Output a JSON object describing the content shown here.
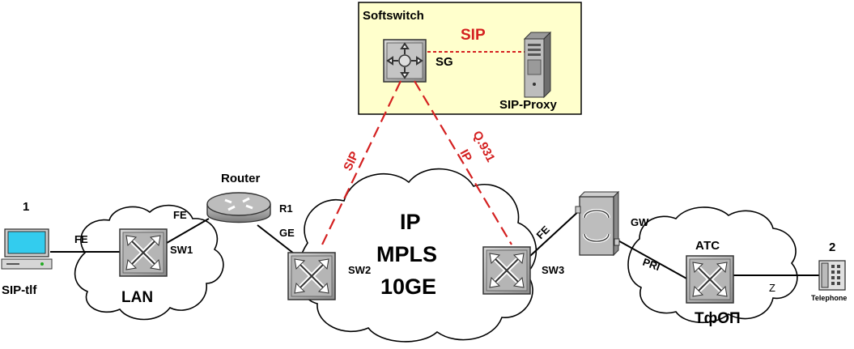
{
  "softswitch": {
    "title": "Softswitch",
    "sip_label": "SIP",
    "sg_label": "SG",
    "proxy_label": "SIP-Proxy"
  },
  "links": {
    "left_sip": "SIP",
    "right_q931": "Q.931",
    "right_ip": "IP"
  },
  "router": {
    "name": "Router",
    "port_r1": "R1",
    "port_ge": "GE",
    "port_fe": "FE"
  },
  "lan": {
    "name": "LAN",
    "switch": "SW1",
    "pc_number": "1",
    "pc_label": "SIP-tlf",
    "pc_link": "FE"
  },
  "core": {
    "line1": "IP",
    "line2": "MPLS",
    "line3": "10GE",
    "switch_left": "SW2",
    "switch_right": "SW3"
  },
  "gateway": {
    "name": "GW",
    "uplink": "FE",
    "pri": "PRI"
  },
  "pstn": {
    "name": "ТфОП",
    "exchange": "АТС",
    "line_label": "Z",
    "phone_number": "2",
    "phone_label": "Telephone"
  },
  "colors": {
    "softswitch_bg": "#ffffcc",
    "signaling": "#d42020"
  }
}
